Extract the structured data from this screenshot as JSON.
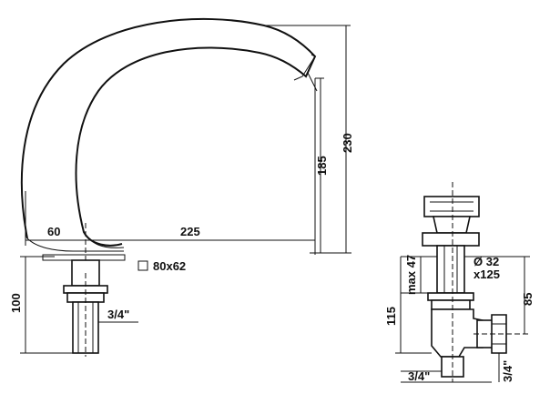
{
  "spout": {
    "dim_spout_inner": "60",
    "dim_reach": "225",
    "dim_height_inner": "185",
    "dim_height_total": "230",
    "dim_below_deck": "100",
    "thread": "3/4\"",
    "base_size": "80x62"
  },
  "valve": {
    "dim_max": "max 47",
    "dim_total": "115",
    "dim_right": "85",
    "pipe_spec_1": "Ø 32",
    "pipe_spec_2": "x125",
    "thread_side": "3/4\"",
    "thread_bottom": "3/4\""
  }
}
